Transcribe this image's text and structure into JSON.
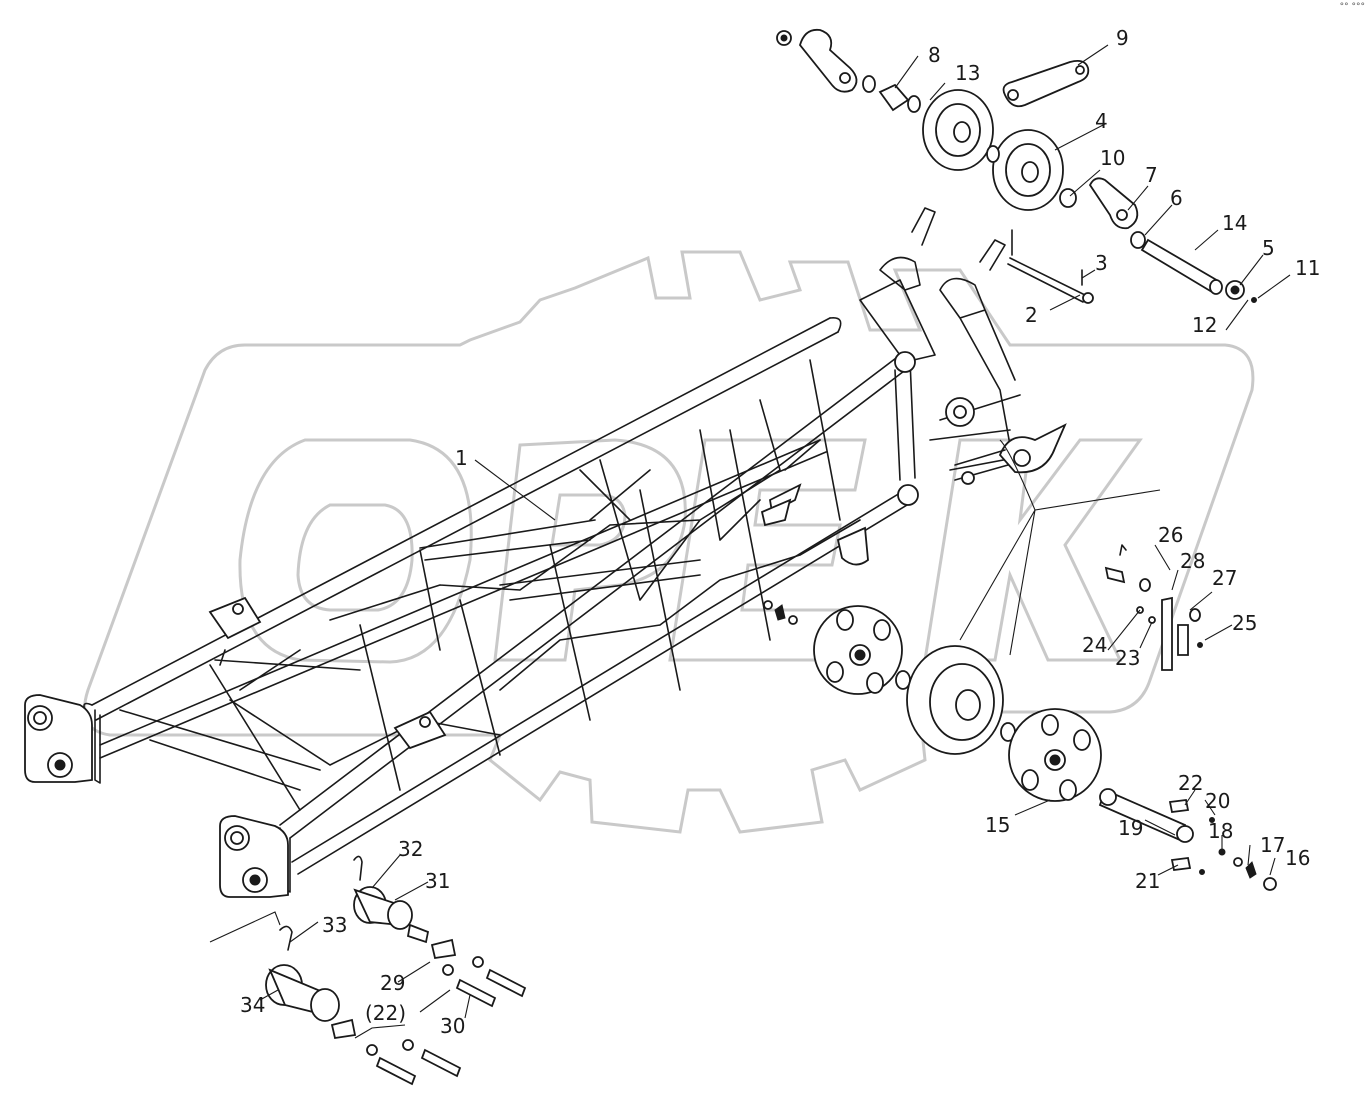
{
  "corner_mark": "°° °°°",
  "callouts": [
    {
      "id": "c1",
      "text": "1"
    },
    {
      "id": "c2",
      "text": "2"
    },
    {
      "id": "c3",
      "text": "3"
    },
    {
      "id": "c4",
      "text": "4"
    },
    {
      "id": "c5",
      "text": "5"
    },
    {
      "id": "c6",
      "text": "6"
    },
    {
      "id": "c7",
      "text": "7"
    },
    {
      "id": "c8",
      "text": "8"
    },
    {
      "id": "c9",
      "text": "9"
    },
    {
      "id": "c10",
      "text": "10"
    },
    {
      "id": "c11",
      "text": "11"
    },
    {
      "id": "c12",
      "text": "12"
    },
    {
      "id": "c13",
      "text": "13"
    },
    {
      "id": "c14",
      "text": "14"
    },
    {
      "id": "c15",
      "text": "15"
    },
    {
      "id": "c16",
      "text": "16"
    },
    {
      "id": "c17",
      "text": "17"
    },
    {
      "id": "c18",
      "text": "18"
    },
    {
      "id": "c19",
      "text": "19"
    },
    {
      "id": "c20",
      "text": "20"
    },
    {
      "id": "c21",
      "text": "21"
    },
    {
      "id": "c22",
      "text": "22"
    },
    {
      "id": "c23",
      "text": "23"
    },
    {
      "id": "c24",
      "text": "24"
    },
    {
      "id": "c25",
      "text": "25"
    },
    {
      "id": "c26",
      "text": "26"
    },
    {
      "id": "c27",
      "text": "27"
    },
    {
      "id": "c28",
      "text": "28"
    },
    {
      "id": "c29",
      "text": "29"
    },
    {
      "id": "c22b",
      "text": "(22)"
    },
    {
      "id": "c30",
      "text": "30"
    },
    {
      "id": "c31",
      "text": "31"
    },
    {
      "id": "c32",
      "text": "32"
    },
    {
      "id": "c33",
      "text": "33"
    },
    {
      "id": "c34",
      "text": "34"
    }
  ]
}
